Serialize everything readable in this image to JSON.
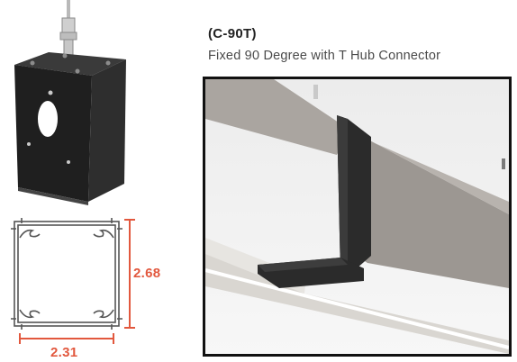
{
  "product": {
    "code": "(C-90T)",
    "description": "Fixed 90 Degree with T Hub Connector"
  },
  "dimensions": {
    "height_label": "2.68",
    "width_label": "2.31"
  },
  "colors": {
    "dimension_accent": "#e2583e",
    "connector_body": "#2b2b2b",
    "fixture_gray": "#a29d98",
    "frame_border": "#111111"
  }
}
